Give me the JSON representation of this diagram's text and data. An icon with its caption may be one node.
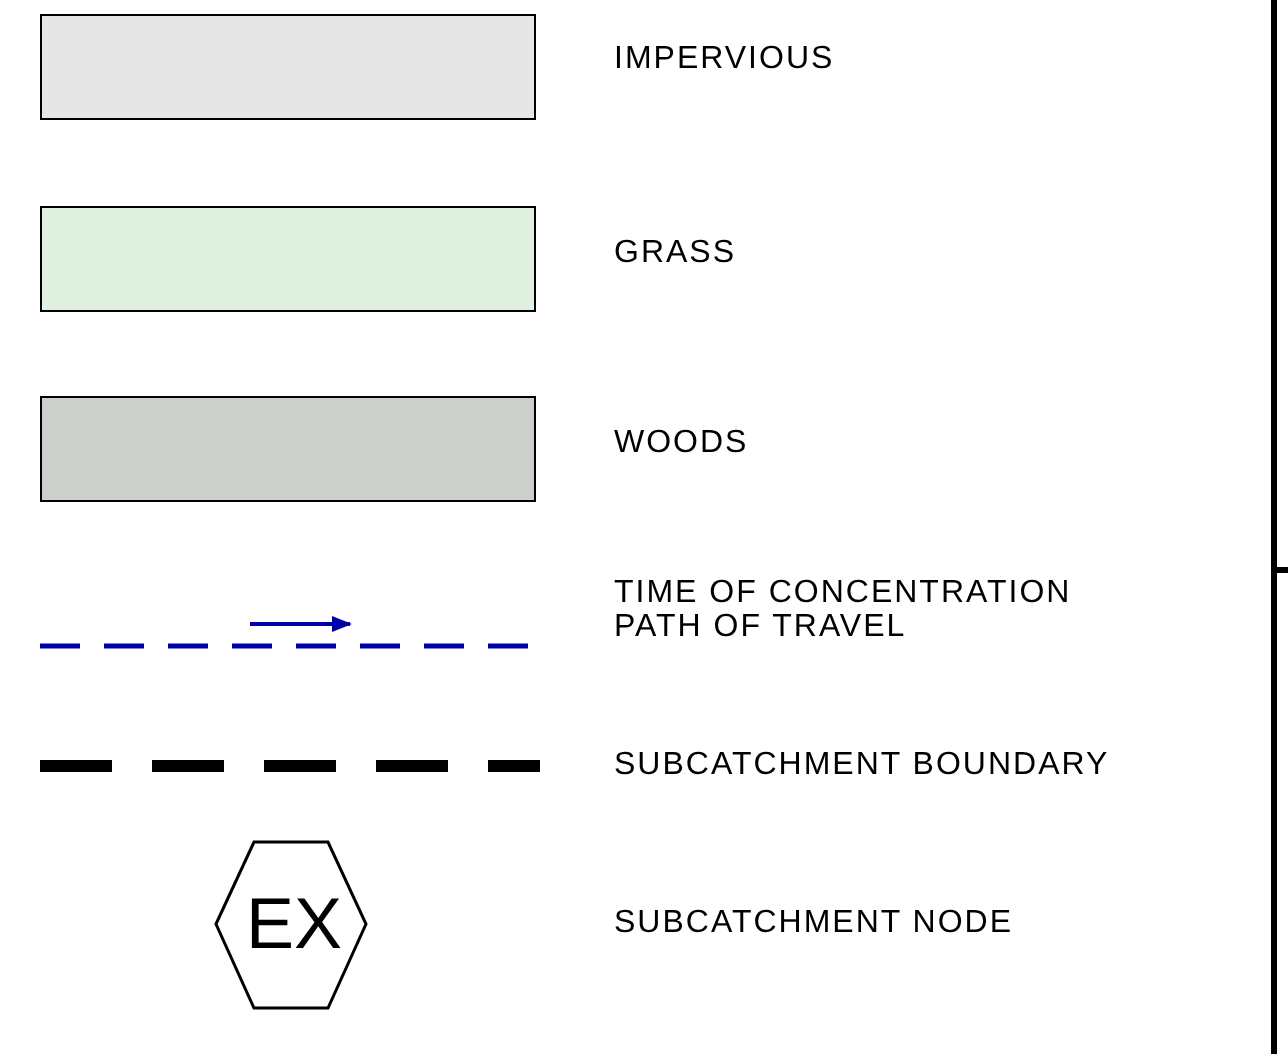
{
  "diagram": {
    "labels": [
      "EX"
    ],
    "legend": [
      {
        "text": "IMPERVIOUS",
        "color": "#e6e6e6"
      },
      {
        "text": "GRASS",
        "color": "#dff0df"
      },
      {
        "text": "WOODS",
        "color": "#cdcfcd"
      },
      {
        "text": "TIME OF CONCENTRATION PATH OF TRAVEL"
      },
      {
        "text": "SUBCATCHMENT BOUNDARY"
      },
      {
        "text": "SUBCATCHMENT NODE"
      }
    ]
  }
}
